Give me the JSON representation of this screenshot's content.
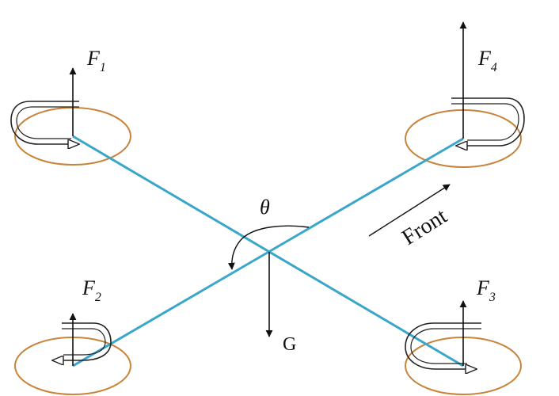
{
  "labels": {
    "f1": {
      "base": "F",
      "sub": "1"
    },
    "f2": {
      "base": "F",
      "sub": "2"
    },
    "f3": {
      "base": "F",
      "sub": "3"
    },
    "f4": {
      "base": "F",
      "sub": "4"
    },
    "theta": "θ",
    "gravity": "G",
    "front": "Front"
  },
  "colors": {
    "frame": "#3aa6c9",
    "rotor": "#c8843a",
    "vector": "#111111"
  },
  "icons": {
    "spin": "curved-rotation-arrow-icon",
    "force": "vertical-force-arrow-icon"
  }
}
